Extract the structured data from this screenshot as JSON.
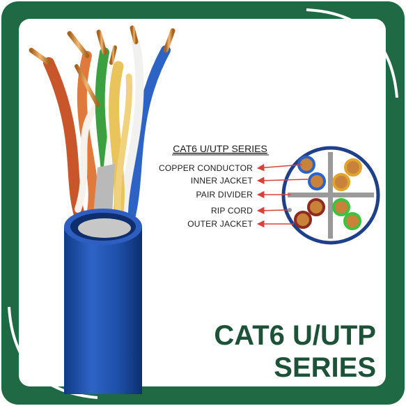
{
  "diagram": {
    "title": "CAT6 U/UTP SERIES",
    "labels": [
      "COPPER CONDUCTOR",
      "INNER JACKET",
      "PAIR DIVIDER",
      "RIP CORD",
      "OUTER JACKET"
    ]
  },
  "product": {
    "title_line1": "CAT6 U/UTP",
    "title_line2": "SERIES"
  },
  "colors": {
    "frame_green": "#1f6a44",
    "title_green": "#1d5238",
    "jacket_blue": "#1d4fa8",
    "cross_section_border": "#1e3f8a",
    "arrow_red": "#d8403a",
    "copper": "#c8823a",
    "divider_gray": "#9a9a9a"
  },
  "icons": [
    "cable-icon",
    "cross-section-icon"
  ]
}
